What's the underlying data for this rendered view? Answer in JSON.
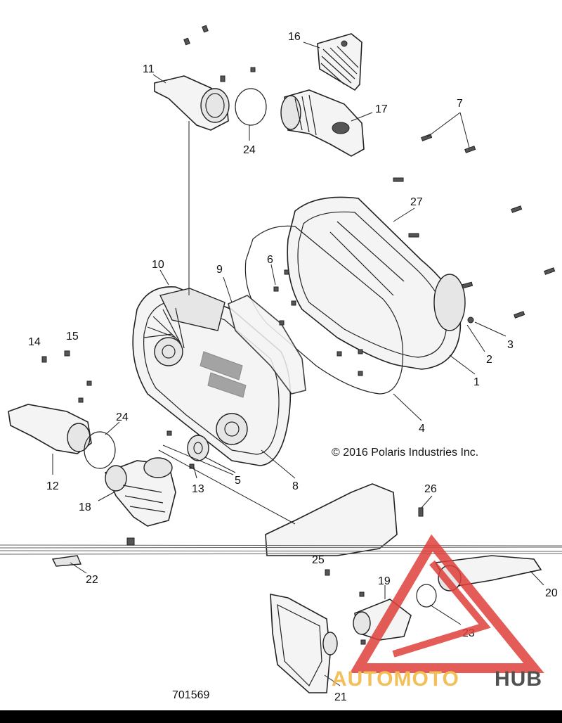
{
  "diagram_id": "701569",
  "copyright": "© 2016 Polaris Industries Inc.",
  "watermark": {
    "part1": "AUTOMOTO",
    "part2": "HUB",
    "color1": "#f0b43c",
    "color2": "#333333",
    "triangle_color": "#e0403a"
  },
  "callouts": [
    "1",
    "2",
    "3",
    "4",
    "5",
    "6",
    "7",
    "8",
    "9",
    "10",
    "11",
    "12",
    "13",
    "14",
    "15",
    "16",
    "17",
    "18",
    "19",
    "20",
    "21",
    "22",
    "23",
    "24",
    "24",
    "25",
    "26",
    "27"
  ]
}
